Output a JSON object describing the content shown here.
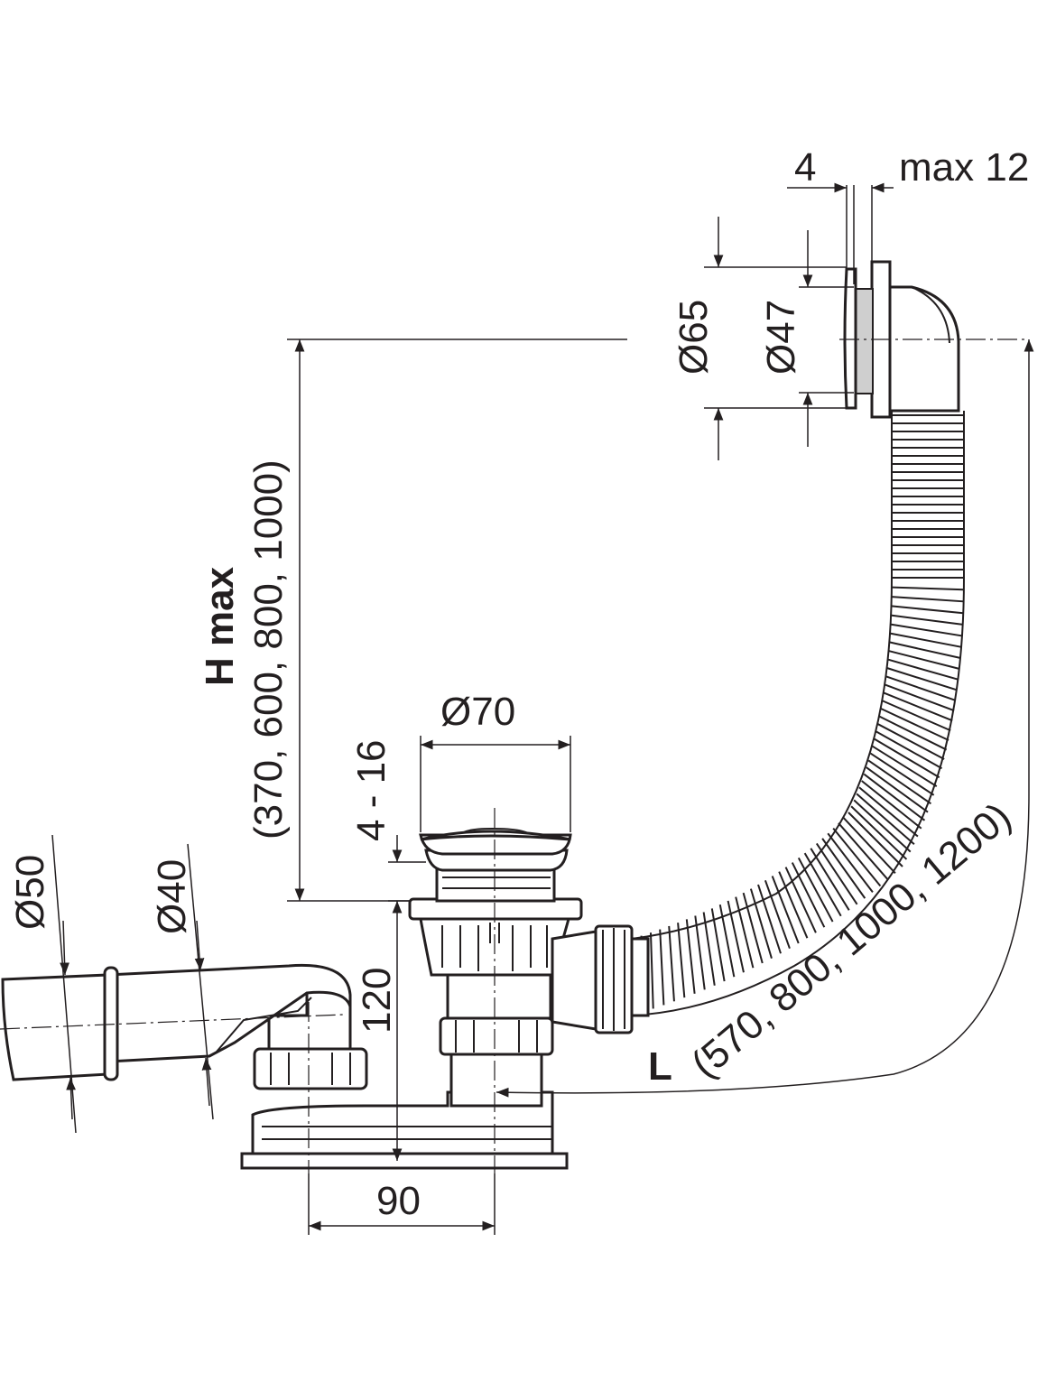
{
  "labels": {
    "dim_top_4": "4",
    "dim_top_max12": "max 12",
    "dim_d65": "Ø65",
    "dim_d47": "Ø47",
    "dim_hmax_title": "H max",
    "dim_hmax_values": "(370, 600, 800, 1000)",
    "dim_d70": "Ø70",
    "dim_4_16": "4 - 16",
    "dim_120": "120",
    "dim_d50": "Ø50",
    "dim_d40": "Ø40",
    "dim_90": "90",
    "dim_l_title": "L",
    "dim_l_values": "(570, 800, 1000, 1200)"
  },
  "colors": {
    "line": "#231f20",
    "background": "#ffffff"
  }
}
